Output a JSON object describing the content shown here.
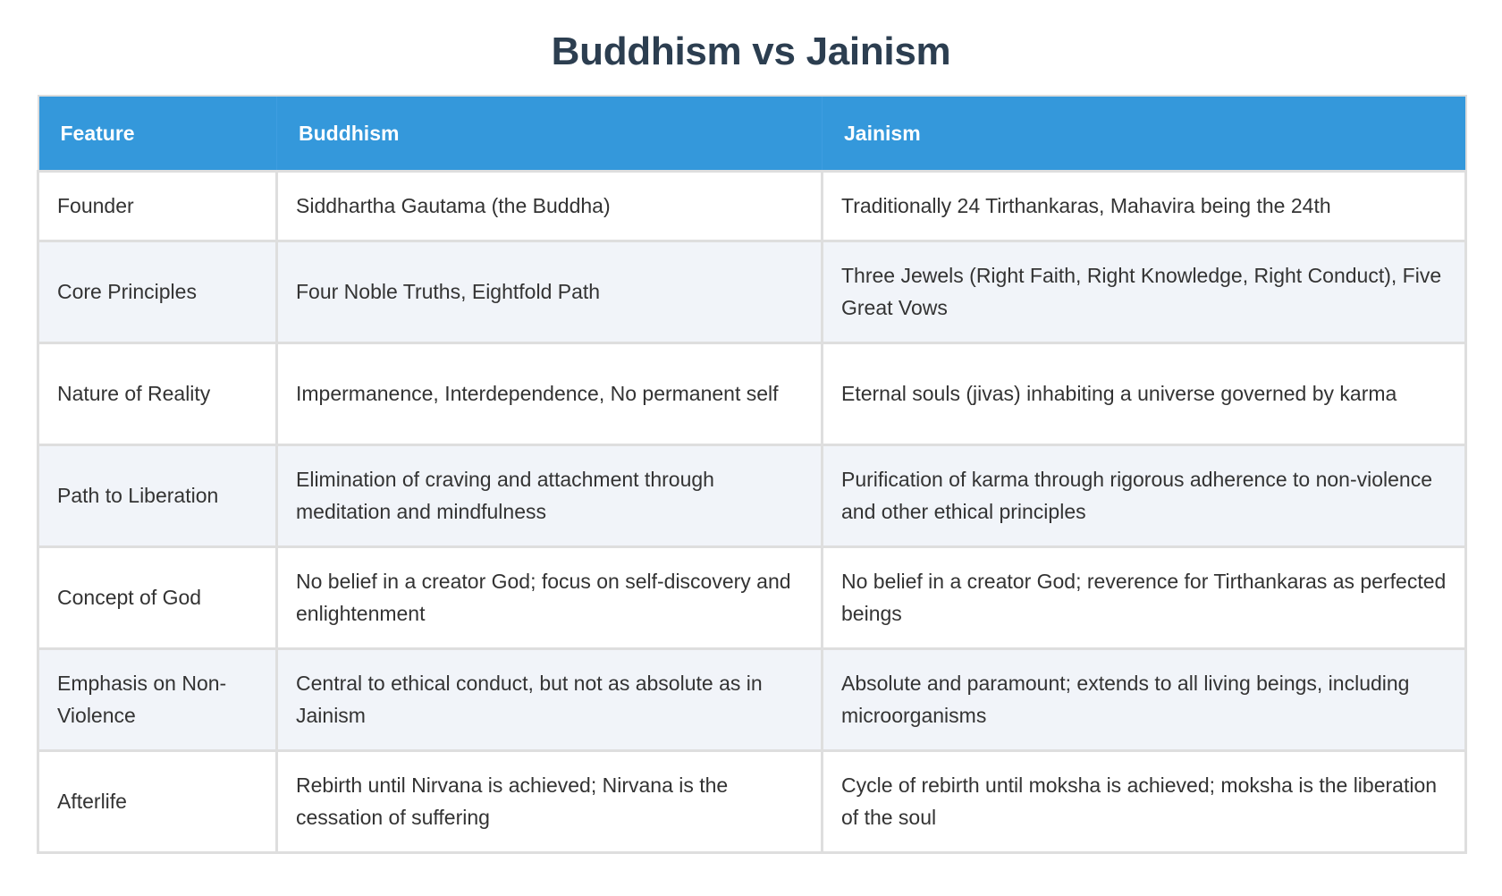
{
  "title": "Buddhism vs Jainism",
  "table": {
    "headers": [
      "Feature",
      "Buddhism",
      "Jainism"
    ],
    "rows": [
      {
        "feature": "Founder",
        "buddhism": "Siddhartha Gautama (the Buddha)",
        "jainism": "Traditionally 24 Tirthankaras, Mahavira being the 24th"
      },
      {
        "feature": "Core Principles",
        "buddhism": "Four Noble Truths, Eightfold Path",
        "jainism": "Three Jewels (Right Faith, Right Knowledge, Right Conduct), Five Great Vows"
      },
      {
        "feature": "Nature of Reality",
        "buddhism": "Impermanence, Interdependence, No permanent self",
        "jainism": "Eternal souls (jivas) inhabiting a universe governed by karma"
      },
      {
        "feature": "Path to Liberation",
        "buddhism": "Elimination of craving and attachment through meditation and mindfulness",
        "jainism": "Purification of karma through rigorous adherence to non-violence and other ethical principles"
      },
      {
        "feature": "Concept of God",
        "buddhism": "No belief in a creator God; focus on self-discovery and enlightenment",
        "jainism": "No belief in a creator God; reverence for Tirthankaras as perfected beings"
      },
      {
        "feature": "Emphasis on Non-Violence",
        "buddhism": "Central to ethical conduct, but not as absolute as in Jainism",
        "jainism": "Absolute and paramount; extends to all living beings, including microorganisms"
      },
      {
        "feature": "Afterlife",
        "buddhism": "Rebirth until Nirvana is achieved; Nirvana is the cessation of suffering",
        "jainism": "Cycle of rebirth until moksha is achieved; moksha is the liberation of the soul"
      }
    ]
  },
  "colors": {
    "title": "#2c3e50",
    "header_bg": "#3498db",
    "header_text": "#ffffff",
    "stripe_bg": "#f1f4f9",
    "border": "#dedede",
    "body_text": "#333333"
  }
}
